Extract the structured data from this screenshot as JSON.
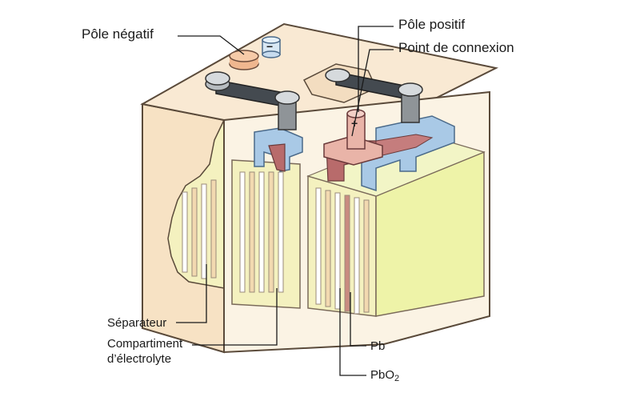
{
  "labels": {
    "negative_pole": "Pôle négatif",
    "positive_pole": "Pôle positif",
    "connection_point": "Point de connexion",
    "separator": "Séparateur",
    "electrolyte_line1": "Compartiment",
    "electrolyte_line2": "d’électrolyte",
    "pb": "Pb",
    "pbo2_base": "PbO",
    "pbo2_sub": "2"
  },
  "symbols": {
    "minus": "−",
    "plus": "+"
  },
  "colors": {
    "casing": "#f7e2c4",
    "casing_dark": "#e8c9a0",
    "electrolyte": "#f4f1bf",
    "electrolyte_strong": "#eef3a8",
    "negative_grid": "#a9c9e6",
    "positive_grid": "#b86b6b",
    "terminal": "#8f9498",
    "bridge": "#444a50",
    "outline": "#5a4a3a"
  }
}
